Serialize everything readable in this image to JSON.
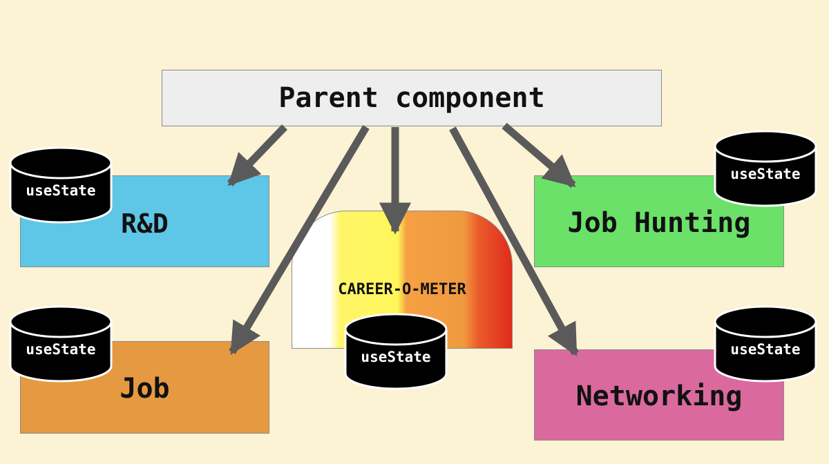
{
  "parent": {
    "label": "Parent component"
  },
  "children": {
    "rd": "R&D",
    "job": "Job",
    "job_hunting": "Job Hunting",
    "networking": "Networking"
  },
  "meter": {
    "label": "CAREER-O-METER"
  },
  "state_badge": "useState",
  "colors": {
    "background": "#fcf2d4",
    "parent": "#eeeeee",
    "rd": "#5ec6e6",
    "job": "#e59a42",
    "job_hunting": "#6be169",
    "networking": "#da6a9e",
    "arrow": "#5a5a5a",
    "database": "#000000"
  },
  "icons": [
    "database-icon",
    "arrow-icon"
  ]
}
